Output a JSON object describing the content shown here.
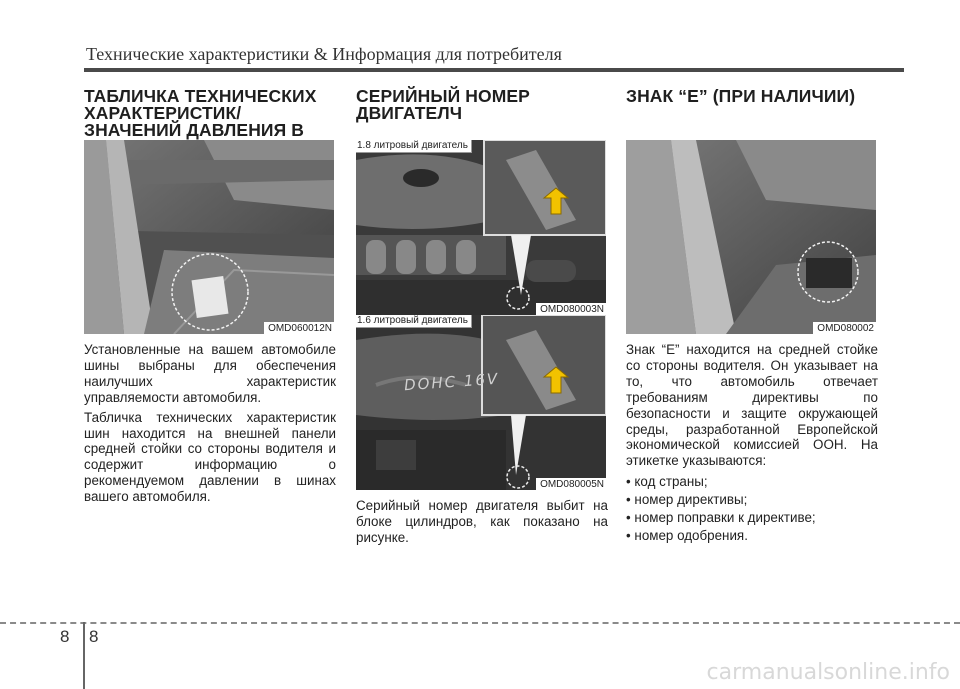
{
  "header": {
    "title": "Технические характеристики & Информация для потребителя"
  },
  "col1": {
    "title": "ТАБЛИЧКА ТЕХНИЧЕСКИХ ХАРАКТЕРИСТИК/ЗНАЧЕНИЙ ДАВЛЕНИЯ В ШИНАХ",
    "image_code": "OMD060012N",
    "paragraphs": [
      "Установленные на вашем автомобиле шины выбраны для обеспечения наилучших характеристик управляемости автомобиля.",
      "Табличка технических характеристик шин находится на внешней панели средней стойки со стороны водителя и содержит информацию о рекомендуемом давлении в шинах вашего автомобиля."
    ]
  },
  "col2": {
    "title": "СЕРИЙНЫЙ НОМЕР ДВИГАТЕЛЧ",
    "engines": [
      {
        "label": "1.8 литровый двигатель",
        "code": "OMD080003N"
      },
      {
        "label": "1.6 литровый двигатель",
        "code": "OMD080005N",
        "cover_text": "DOHC 16V"
      }
    ],
    "paragraph": "Серийный номер двигателя выбит на блоке цилиндров, как показано на рисунке."
  },
  "col3": {
    "title": "ЗНАК “E” (ПРИ НАЛИЧИИ)",
    "image_code": "OMD080002",
    "paragraph": "Знак “E” находится на средней стойке со стороны водителя. Он указывает на то, что автомобиль отвечает требованиям директивы по безопасности и защите окружающей среды, разработанной Европейской экономической комиссией ООН. На этикетке указываются:",
    "bullets": [
      "код страны;",
      "номер директивы;",
      "номер поправки к директиве;",
      "номер одобрения."
    ]
  },
  "footer": {
    "page_left": "8",
    "page_right": "8",
    "watermark": "carmanualsonline.info"
  }
}
